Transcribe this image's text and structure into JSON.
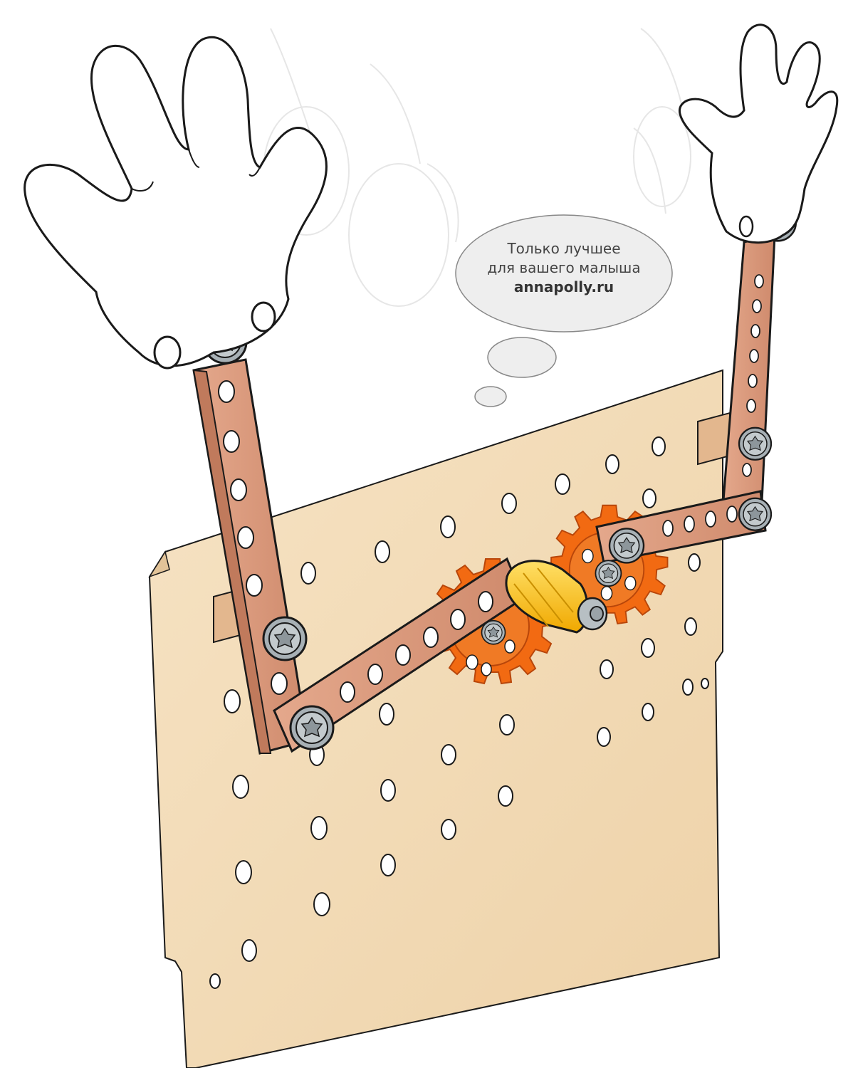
{
  "bubble": {
    "line1": "Только лучшее",
    "line2": "для вашего малыша",
    "brand": "annapolly.ru"
  },
  "colors": {
    "board": "#f3dcb9",
    "board_edge": "#e2c398",
    "beam": "#d9967a",
    "beam_side": "#c07a5c",
    "gear": "#f26a12",
    "gear_dark": "#d4520a",
    "handle": "#f7c21a",
    "bolt": "#9aa3a8",
    "hand": "#ffffff",
    "outline": "#1a1a1a"
  },
  "icons": {
    "left_hand": "glove-hand-icon",
    "right_hand": "glove-hand-icon",
    "gear": "gear-icon",
    "bolt": "torx-bolt-icon",
    "handle": "crank-handle-icon"
  }
}
